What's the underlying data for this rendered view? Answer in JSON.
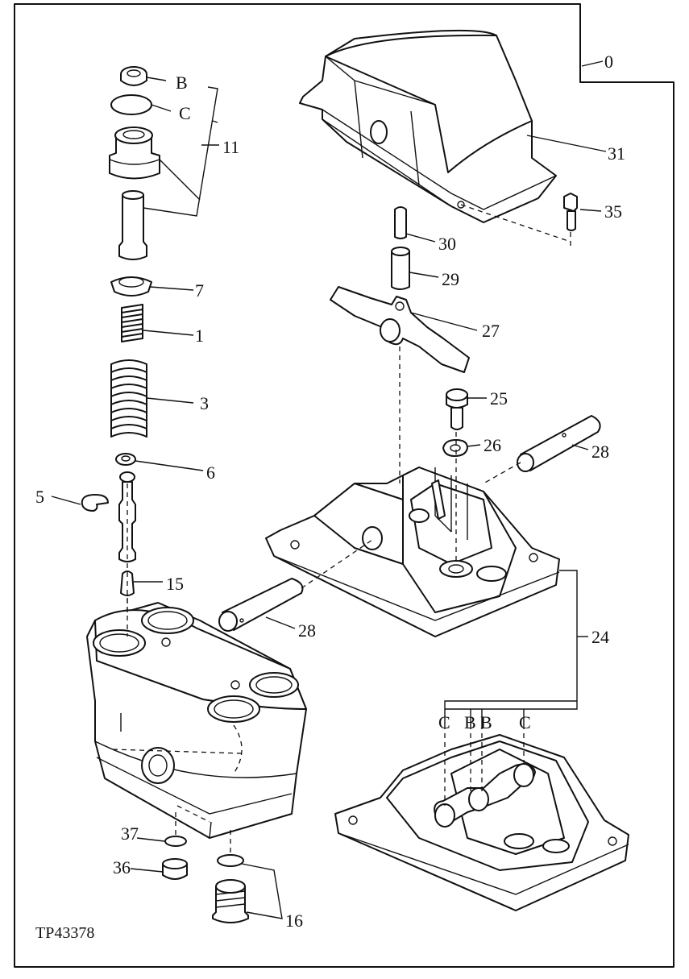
{
  "figure_code": "TP43378",
  "callouts": {
    "c0": "0",
    "c1": "1",
    "c3": "3",
    "c5": "5",
    "c6": "6",
    "c7": "7",
    "c11": "11",
    "c15": "15",
    "c16": "16",
    "c24": "24",
    "c25": "25",
    "c26": "26",
    "c27": "27",
    "c28a": "28",
    "c28b": "28",
    "c29": "29",
    "c30": "30",
    "c31": "31",
    "c35": "35",
    "c36": "36",
    "c37": "37",
    "b_top": "B",
    "c_top": "C",
    "c_left_base": "C",
    "b_left_base": "B",
    "b_right_base": "B",
    "c_right_base": "C"
  }
}
